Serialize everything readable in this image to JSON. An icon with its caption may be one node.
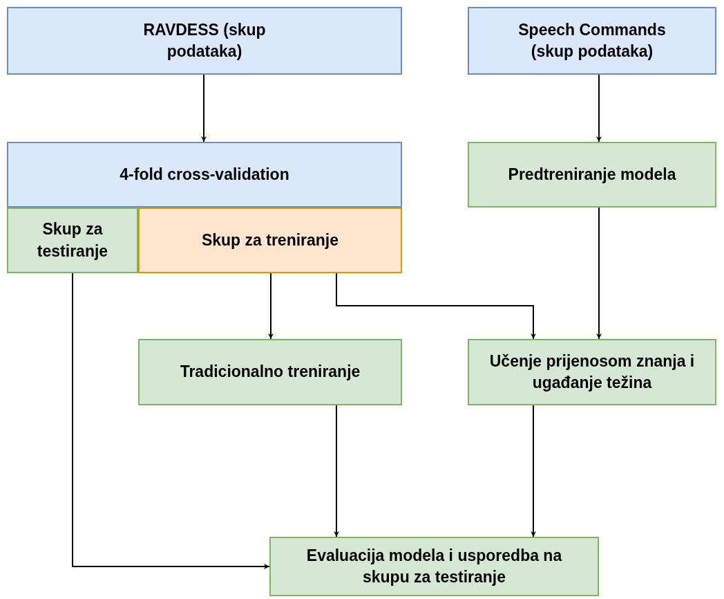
{
  "diagram": {
    "nodes": [
      {
        "text": [
          "RAVDESS (skup podataka)"
        ]
      },
      {
        "text": [
          "Speech Commands (skup podataka)"
        ]
      },
      {
        "text": [
          "4-fold cross-validation"
        ]
      },
      {
        "text": [
          "Skup za testiranje"
        ]
      },
      {
        "text": [
          "Skup za treniranje"
        ]
      },
      {
        "text": [
          "Predtreniranje modela"
        ]
      },
      {
        "text": [
          "Tradicionalno treniranje"
        ]
      },
      {
        "text": [
          "Učenje prijenosom znanja i ugađanje težina"
        ]
      },
      {
        "text": [
          "Evaluacija modela i usporedba na skupu za testiranje"
        ]
      }
    ],
    "edges": [
      {
        "from": 0,
        "to": 2,
        "arrow": "to"
      },
      {
        "from": 1,
        "to": 5,
        "arrow": "to"
      },
      {
        "from": 5,
        "to": 7,
        "arrow": "to"
      },
      {
        "from": 4,
        "to": 6,
        "arrow": "to"
      },
      {
        "from": 4,
        "to": 7,
        "arrow": "to"
      },
      {
        "from": 3,
        "to": 8,
        "arrow": "to"
      },
      {
        "from": 6,
        "to": 8,
        "arrow": "to"
      },
      {
        "from": 7,
        "to": 8,
        "arrow": "to"
      }
    ]
  }
}
